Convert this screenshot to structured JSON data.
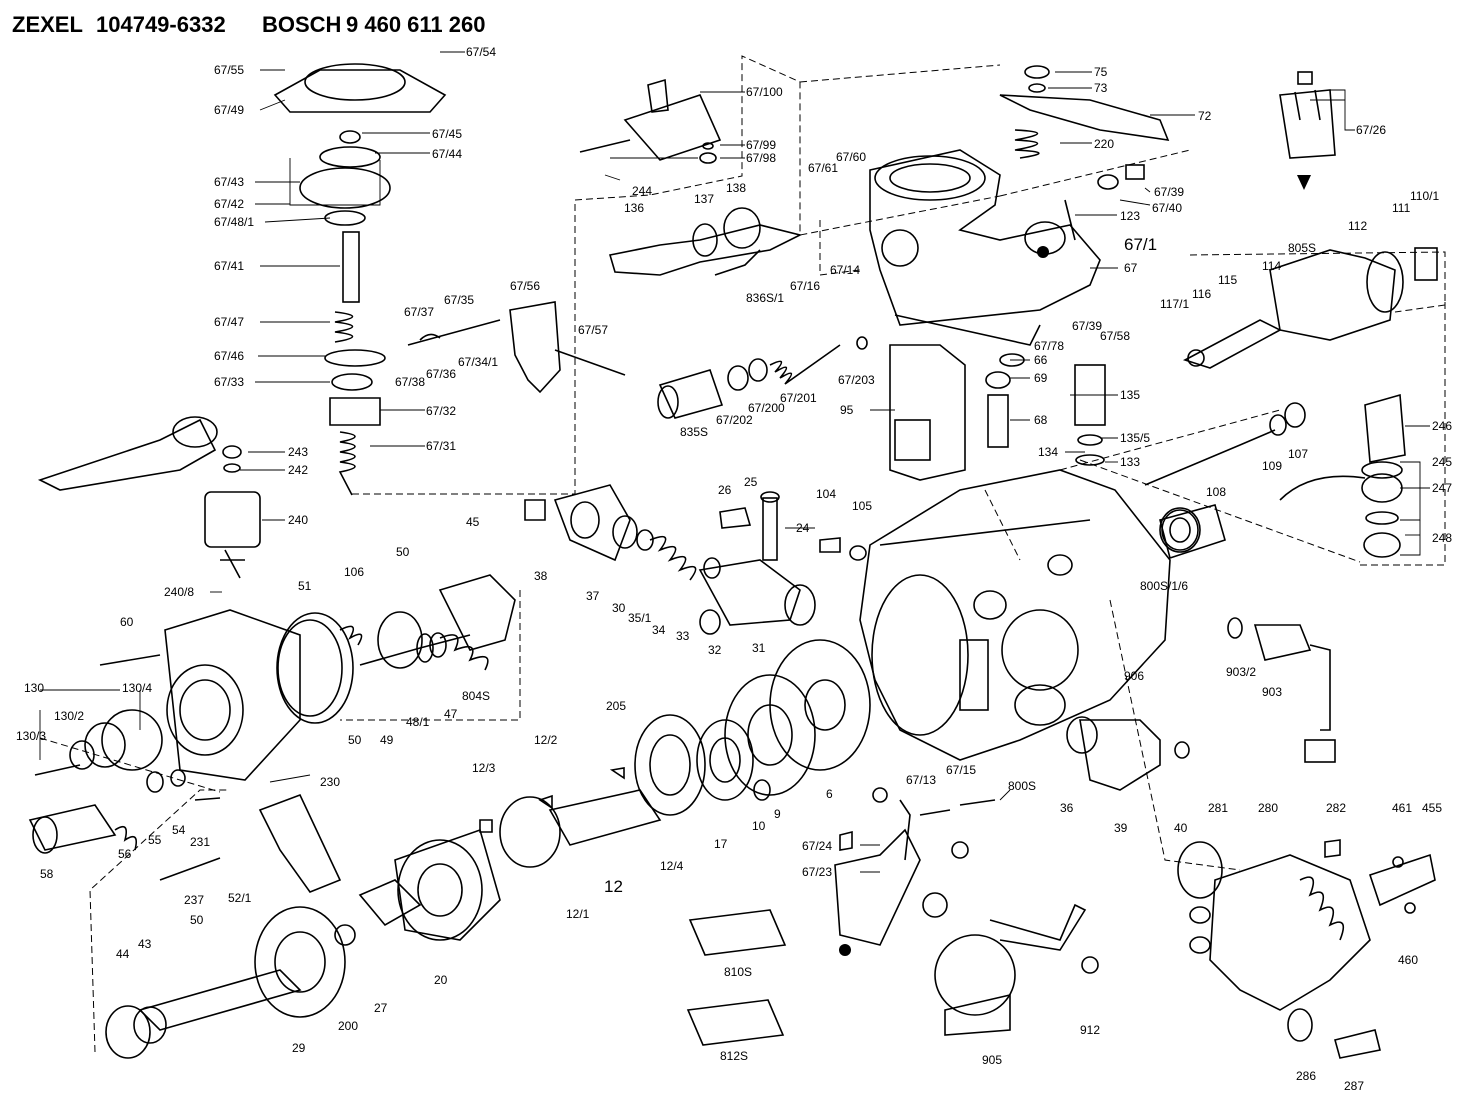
{
  "header": {
    "maker1": "ZEXEL",
    "code1": "104749-6332",
    "maker2": "BOSCH",
    "code2": "9 460 611 260"
  },
  "labels": [
    "67/55",
    "67/54",
    "67/49",
    "67/45",
    "67/44",
    "67/43",
    "67/42",
    "67/48/1",
    "67/41",
    "67/47",
    "67/46",
    "67/33",
    "67/32",
    "67/31",
    "67/37",
    "67/35",
    "67/34/1",
    "67/36",
    "67/38",
    "67/56",
    "67/57",
    "67/100",
    "67/99",
    "67/98",
    "244",
    "136",
    "137",
    "138",
    "67/61",
    "67/60",
    "67/14",
    "67/16",
    "836S/1",
    "67/1",
    "67",
    "123",
    "67/39",
    "67/40",
    "220",
    "72",
    "73",
    "75",
    "67/26",
    "110/1",
    "111",
    "112",
    "805S",
    "114",
    "115",
    "116",
    "117/1",
    "67/39",
    "67/58",
    "67/78",
    "66",
    "69",
    "67/203",
    "67/201",
    "67/200",
    "67/202",
    "835S",
    "95",
    "68",
    "135",
    "135/5",
    "134",
    "133",
    "108",
    "109",
    "107",
    "246",
    "245",
    "247",
    "248",
    "243",
    "242",
    "240",
    "240/8",
    "26",
    "25",
    "24",
    "104",
    "105",
    "38",
    "37",
    "30",
    "35/1",
    "34",
    "33",
    "32",
    "31",
    "51",
    "106",
    "50",
    "45",
    "60",
    "130",
    "130/4",
    "130/2",
    "130/3",
    "48/1",
    "49",
    "47",
    "804S",
    "50",
    "58",
    "56",
    "55",
    "54",
    "231",
    "230",
    "237",
    "50",
    "52/1",
    "43",
    "44",
    "29",
    "200",
    "27",
    "20",
    "12/3",
    "12/2",
    "205",
    "12/1",
    "12/4",
    "17",
    "10",
    "9",
    "6",
    "800S/1/6",
    "906",
    "903/2",
    "903",
    "800S",
    "36",
    "39",
    "40",
    "67/13",
    "67/15",
    "67/24",
    "67/23",
    "810S",
    "812S",
    "912",
    "905",
    "281",
    "280",
    "282",
    "461",
    "455",
    "460",
    "286",
    "287"
  ],
  "big_labels": [
    "12"
  ]
}
